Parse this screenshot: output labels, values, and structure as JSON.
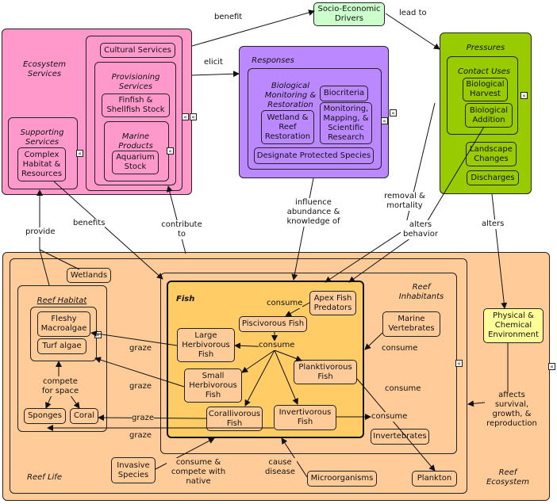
{
  "colors": {
    "es": "#ff99cc",
    "resp": "#bb88ff",
    "press": "#99cc00",
    "reef": "#ffcc99",
    "fish": "#ffcc66",
    "drivers": "#ccffcc",
    "phys": "#ffff99"
  },
  "nodes": {
    "socio": "Socio-Economic Drivers",
    "cultural": "Cultural Services",
    "finfish": "Finfish & Shellfish Stock",
    "aquarium": "Aquarium Stock",
    "complex": "Complex Habitat & Resources",
    "biocriteria": "Biocriteria",
    "wetland_rest": "Wetland & Reef Restoration",
    "monitoring": "Monitoring, Mapping, & Scientific Research",
    "designate": "Designate Protected Species",
    "bio_harvest": "Biological Harvest",
    "bio_add": "Biological Addition",
    "landscape": "Landscape Changes",
    "discharges": "Discharges",
    "wetlands": "Wetlands",
    "fleshy": "Fleshy Macroalgae",
    "turf": "Turf algae",
    "sponges": "Sponges",
    "coral": "Coral",
    "apex": "Apex Fish Predators",
    "pisc": "Piscivorous Fish",
    "large_herb": "Large Herbivorous Fish",
    "small_herb": "Small Herbivorous Fish",
    "plank": "Planktivorous Fish",
    "coralliv": "Corallivorous Fish",
    "invertiv": "Invertivorous Fish",
    "marine_vert": "Marine Vertebrates",
    "invertebrates": "Invertebrates",
    "plankton": "Plankton",
    "invasive": "Invasive Species",
    "micro": "Microorganisms",
    "phys": "Physical & Chemical Environment"
  },
  "titles": {
    "eco_services": "Ecosystem Services",
    "provisioning": "Provisioning Services",
    "marine_products": "Marine Products",
    "supporting": "Supporting Services",
    "responses": "Responses",
    "bio_monitoring": "Biological Monitoring & Restoration",
    "pressures": "Pressures",
    "contact_uses": "Contact Uses",
    "reef_habitat": "Reef Habitat",
    "fish": "Fish",
    "reef_inhabitants": "Reef Inhabitants",
    "reef_life": "Reef Life",
    "reef_ecosystem": "Reef Ecosystem"
  },
  "labels": {
    "benefit": "benefit",
    "lead_to": "lead to",
    "elicit": "elicit",
    "provide": "provide",
    "benefits": "benefits",
    "contribute": "contribute to",
    "influence": "influence abundance & knowledge of",
    "removal": "removal & mortality",
    "alters_behavior": "alters behavior",
    "alters": "alters",
    "consume1": "consume",
    "consume2": "consume",
    "consume3": "consume",
    "consume4": "consume",
    "consume5": "consume",
    "graze1": "graze",
    "graze2": "graze",
    "graze3": "graze",
    "graze4": "graze",
    "compete": "compete for space",
    "affects": "affects survival, growth, & reproduction",
    "consume_compete": "consume & compete with native",
    "cause_disease": "cause disease"
  },
  "collapse_glyph": "«"
}
